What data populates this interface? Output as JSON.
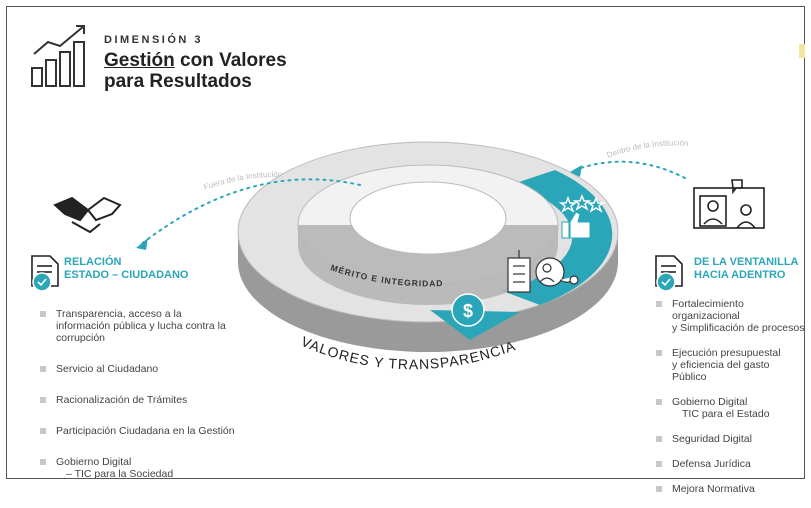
{
  "header": {
    "dimension": "DIMENSIÓN 3",
    "title_part1": "Gestión",
    "title_part2": " con Valores",
    "title_line2": "para Resultados"
  },
  "diagram": {
    "outside_label": "Fuera de la Institución",
    "inside_label": "Dentro de la Institución",
    "ring_inner_text": "MÉRITO  E  INTEGRIDAD",
    "ring_outer_text": "VALORES  Y  TRANSPARENCIA",
    "colors": {
      "accent": "#2aa6b8",
      "ring": "#d9d9d9",
      "ring_side": "#8a8a8a"
    }
  },
  "left_section": {
    "title_line1": "RELACIÓN",
    "title_line2": "ESTADO – CIUDADANO",
    "items": [
      {
        "line1": "Transparencia, acceso a la",
        "line2": "información pública y lucha contra la",
        "line3": "corrupción"
      },
      {
        "line1": "Servicio al Ciudadano"
      },
      {
        "line1": "Racionalización de Trámites"
      },
      {
        "line1": "Participación Ciudadana en la Gestión"
      },
      {
        "line1": "Gobierno Digital",
        "line2": "– TIC para la Sociedad"
      }
    ]
  },
  "right_section": {
    "title_line1": "DE LA VENTANILLA",
    "title_line2": "HACIA ADENTRO",
    "items": [
      {
        "line1": "Fortalecimiento organizacional",
        "line2": "y Simplificación de procesos"
      },
      {
        "line1": "Ejecución presupuestal",
        "line2": "y eficiencia del gasto Público"
      },
      {
        "line1": "Gobierno Digital",
        "line2": "TIC para el Estado"
      },
      {
        "line1": "Seguridad Digital"
      },
      {
        "line1": "Defensa Jurídica"
      },
      {
        "line1": "Mejora Normativa"
      }
    ]
  },
  "icons": {
    "header": "bar-chart-growth-icon",
    "left_top": "handshake-icon",
    "left_doc": "document-check-icon",
    "right_top": "video-conference-icon",
    "right_doc": "document-check-icon",
    "ring": [
      "star-rating-icon",
      "thumbs-up-icon",
      "building-icon",
      "person-cycle-icon",
      "money-icon"
    ]
  }
}
